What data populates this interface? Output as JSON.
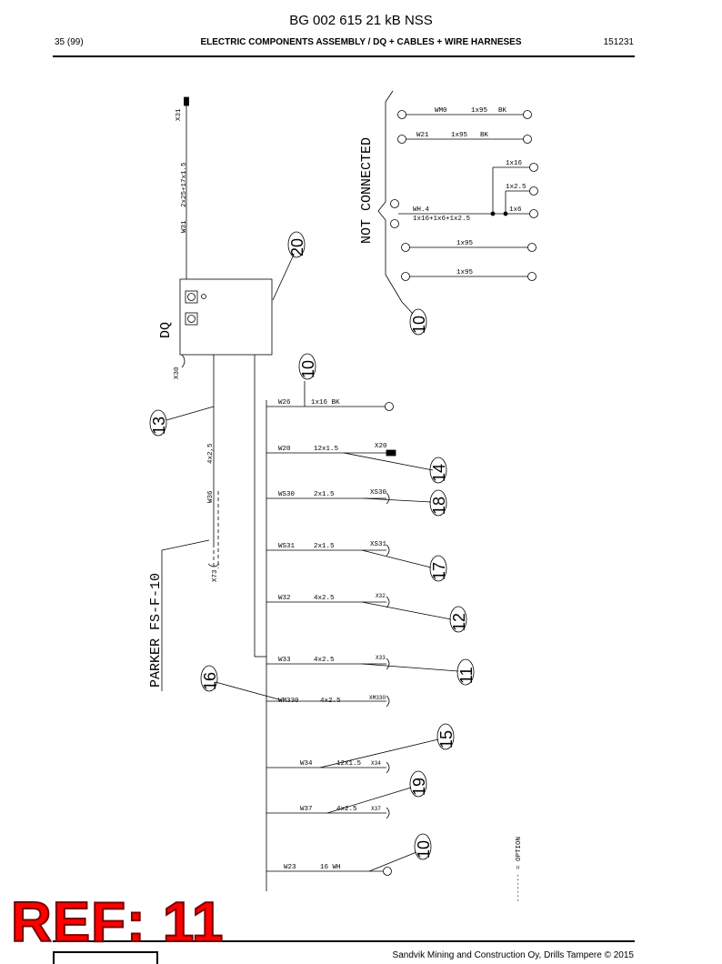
{
  "header": {
    "doc_title": "BG 002 615 21 kB NSS",
    "page": "35 (99)",
    "subtitle": "ELECTRIC COMPONENTS ASSEMBLY / DQ + CABLES + WIRE HARNESES",
    "date": "151231"
  },
  "footer": {
    "copyright": "Sandvik Mining and Construction Oy, Drills Tampere © 2015"
  },
  "stamp": {
    "text": "REF: 11",
    "color": "#ff0000"
  },
  "diagram": {
    "box_label": "DQ",
    "x31": "X31",
    "w31": "W31",
    "w31_spec": "2x25+17x1.5",
    "x30": "X30",
    "not_connected": "NOT CONNECTED",
    "parker": "PARKER FS-F-10",
    "w36": "W36",
    "w36_spec": "4x2,5",
    "x73": "X73",
    "option": "------- = OPTION",
    "nc_rows": [
      {
        "id": "WM0",
        "spec": "1x95",
        "color": "BK"
      },
      {
        "id": "W21",
        "spec": "1x95",
        "color": "BK"
      }
    ],
    "w14": {
      "id": "WH.4",
      "spec": "1x16+1x6+1x2.5",
      "branches": [
        "1x16",
        "1x2.5",
        "1x6"
      ]
    },
    "nc_extra": [
      "1x95",
      "1x95"
    ],
    "cables": [
      {
        "id": "W26",
        "spec": "1x16 BK",
        "conn": ""
      },
      {
        "id": "W20",
        "spec": "12x1.5",
        "conn": "X20"
      },
      {
        "id": "WS30",
        "spec": "2x1.5",
        "conn": "XS30"
      },
      {
        "id": "WS31",
        "spec": "2x1.5",
        "conn": "XS31"
      },
      {
        "id": "W32",
        "spec": "4x2.5",
        "conn": "X32"
      },
      {
        "id": "W33",
        "spec": "4x2.5",
        "conn": "X33"
      },
      {
        "id": "WM330",
        "spec": "4x2.5",
        "conn": "XM330"
      },
      {
        "id": "W34",
        "spec": "12x1.5",
        "conn": "X34"
      },
      {
        "id": "W37",
        "spec": "4x2.5",
        "conn": "X37"
      },
      {
        "id": "W23",
        "spec": "16 WH",
        "conn": ""
      }
    ],
    "bubbles": {
      "b20": "20",
      "b10a": "10",
      "b10b": "10",
      "b13": "13",
      "b14": "14",
      "b18": "18",
      "b17": "17",
      "b12": "12",
      "b11": "11",
      "b16": "16",
      "b15": "15",
      "b19": "19",
      "b10c": "10"
    }
  }
}
